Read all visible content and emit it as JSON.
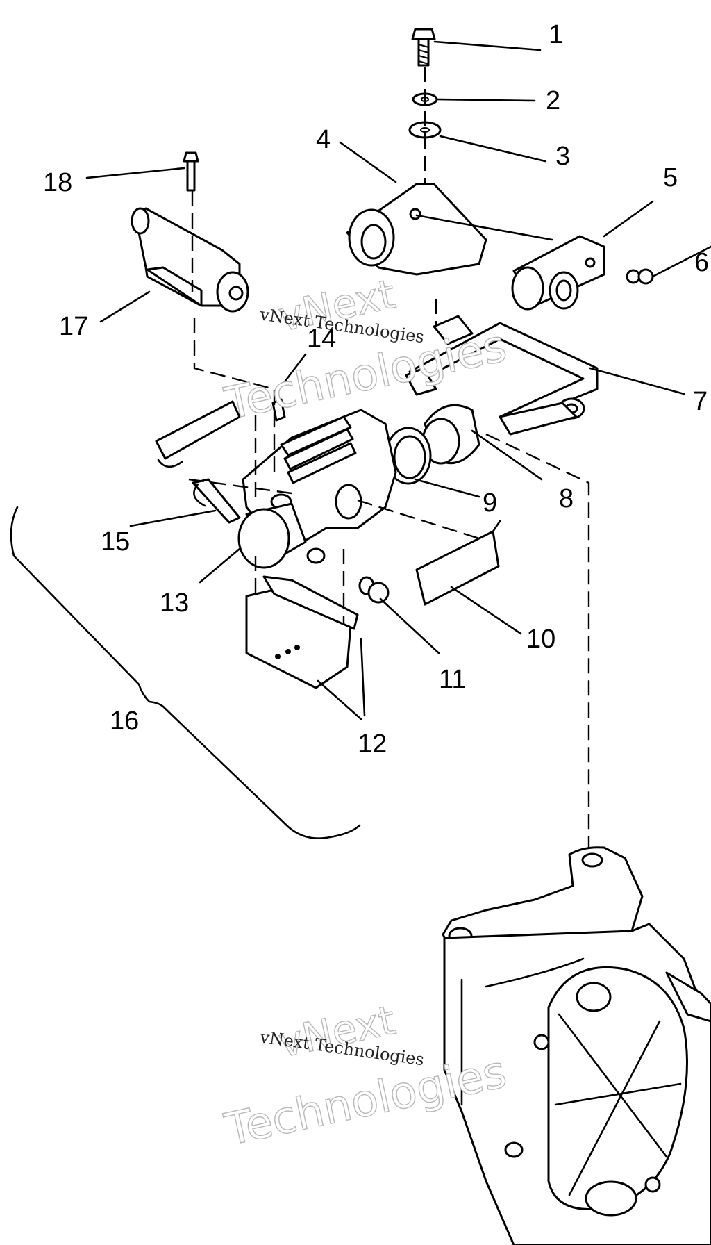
{
  "callouts": {
    "c1": "1",
    "c2": "2",
    "c3": "3",
    "c4": "4",
    "c5": "5",
    "c6": "6",
    "c7": "7",
    "c8": "8",
    "c9": "9",
    "c10": "10",
    "c11": "11",
    "c12": "12",
    "c13": "13",
    "c14": "14",
    "c15": "15",
    "c16": "16",
    "c17": "17",
    "c18": "18"
  },
  "watermark": {
    "line_small": "vNext Technologies",
    "line_big_1": "vNext",
    "line_big_2": "Technologies"
  }
}
